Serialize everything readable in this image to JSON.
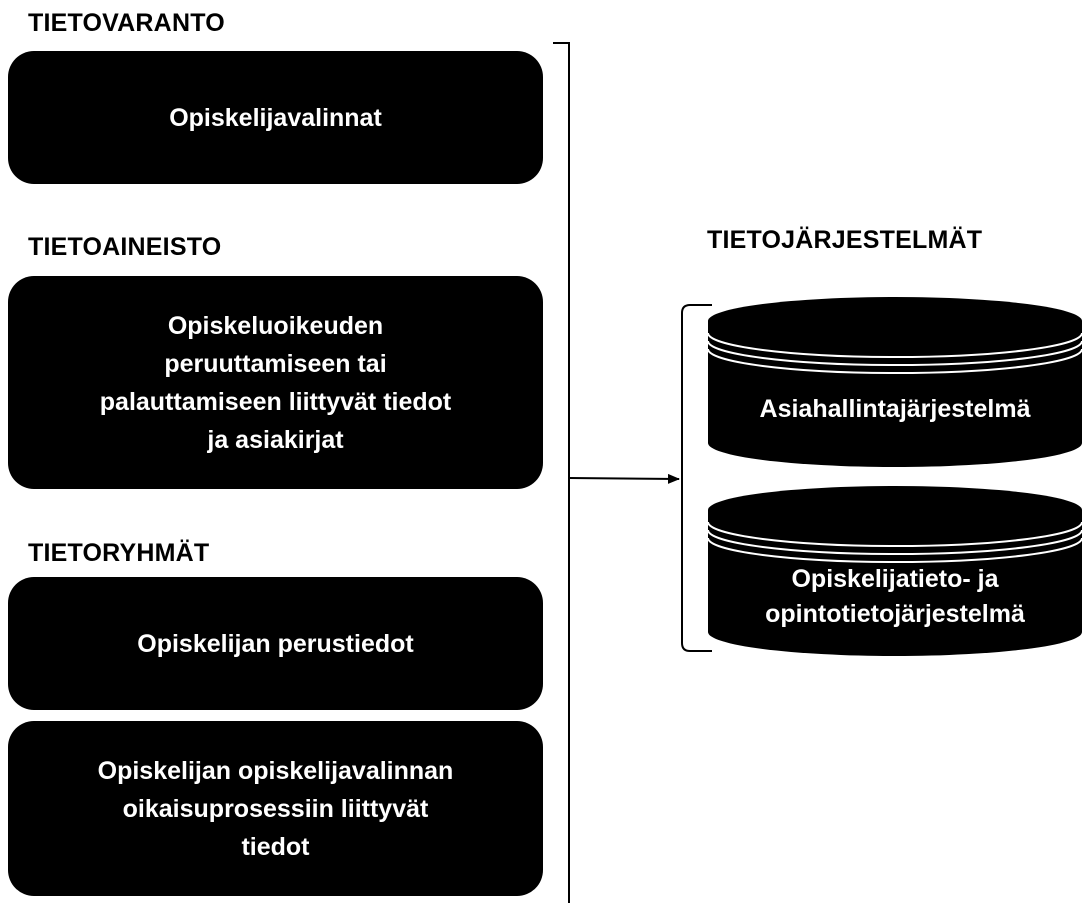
{
  "headings": {
    "tietovaranto": "TIETOVARANTO",
    "tietoaineisto": "TIETOAINEISTO",
    "tietoryhmat": "TIETORYHMÄT",
    "tietojarjestelmat": "TIETOJÄRJESTELMÄT"
  },
  "boxes": {
    "opiskelijavalinnat": [
      "Opiskelijavalinnat"
    ],
    "opiskeluoikeus": [
      "Opiskeluoikeuden",
      "peruuttamiseen tai",
      "palauttamiseen liittyvät tiedot",
      "ja asiakirjat"
    ],
    "perustiedot": [
      "Opiskelijan perustiedot"
    ],
    "oikaisuprosessi": [
      "Opiskelijan opiskelijavalinnan",
      "oikaisuprosessiin liittyvät",
      "tiedot"
    ]
  },
  "systems": {
    "asiahallinta": [
      "Asiahallintajärjestelmä"
    ],
    "opiskelijatieto": [
      "Opiskelijatieto- ja",
      "opintotietojärjestelmä"
    ]
  },
  "colors": {
    "box_fill": "#000000",
    "text_on_box": "#ffffff",
    "background": "#ffffff"
  }
}
